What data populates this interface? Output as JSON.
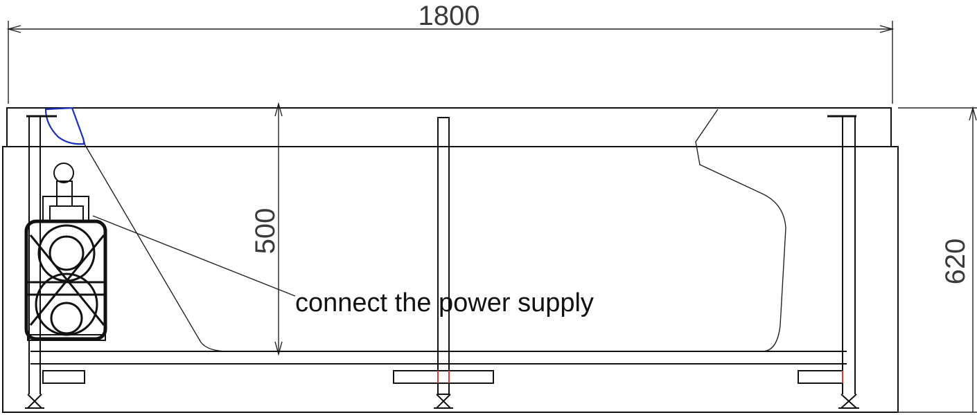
{
  "dimensions": {
    "overall_length": "1800",
    "water_depth": "500",
    "overall_height": "620"
  },
  "annotation": {
    "power_note": "connect the power supply"
  },
  "colors": {
    "line": "#111111",
    "dimension_text": "#3a3a3a",
    "highlight_outline": "#1a2fbf",
    "marker": "#e03030"
  }
}
